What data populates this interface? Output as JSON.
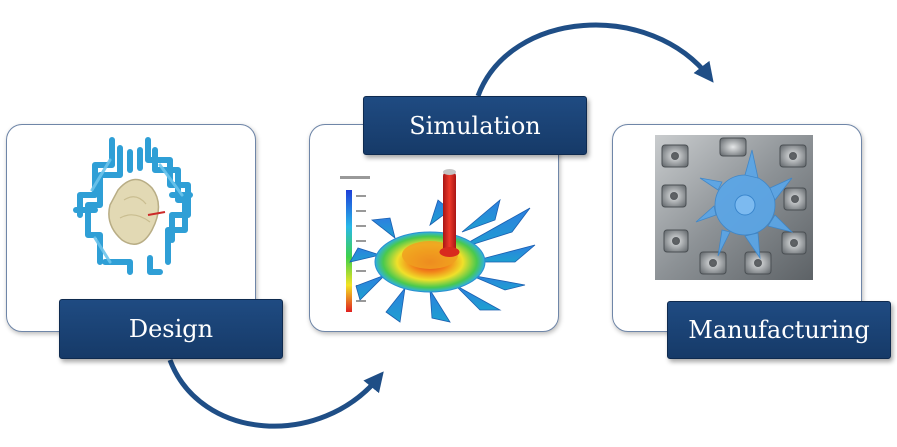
{
  "stages": [
    {
      "label": "Design",
      "image_icon": "gating-system-model-icon"
    },
    {
      "label": "Simulation",
      "image_icon": "filling-simulation-impeller-icon"
    },
    {
      "label": "Manufacturing",
      "image_icon": "mold-cavity-part-icon"
    }
  ],
  "colors": {
    "label_fill": "#1d4678",
    "arrow": "#1f4e86",
    "card_border": "#6f86a8",
    "design_model": "#2f9fd6",
    "sim_hot": "#d81e1e",
    "manufacturing_part": "#5aa6e8"
  }
}
